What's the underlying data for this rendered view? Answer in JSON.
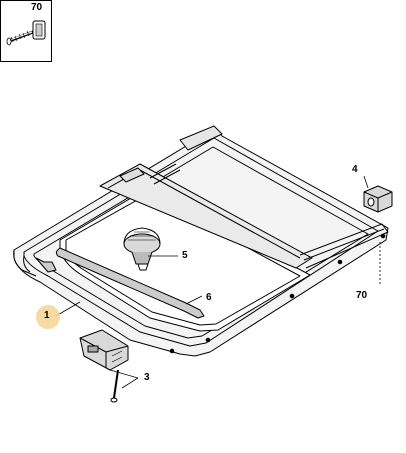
{
  "inset": {
    "part_number": "70",
    "icon": "bolt-with-clip-icon"
  },
  "callouts": {
    "part_1": "1",
    "part_3": "3",
    "part_4": "4",
    "part_5": "5",
    "part_6": "6",
    "part_70": "70"
  },
  "colors": {
    "line": "#000000",
    "highlight": "#f7d79a",
    "frame_fill": "#f4f4f4",
    "part_fill": "#d9d9d9"
  }
}
